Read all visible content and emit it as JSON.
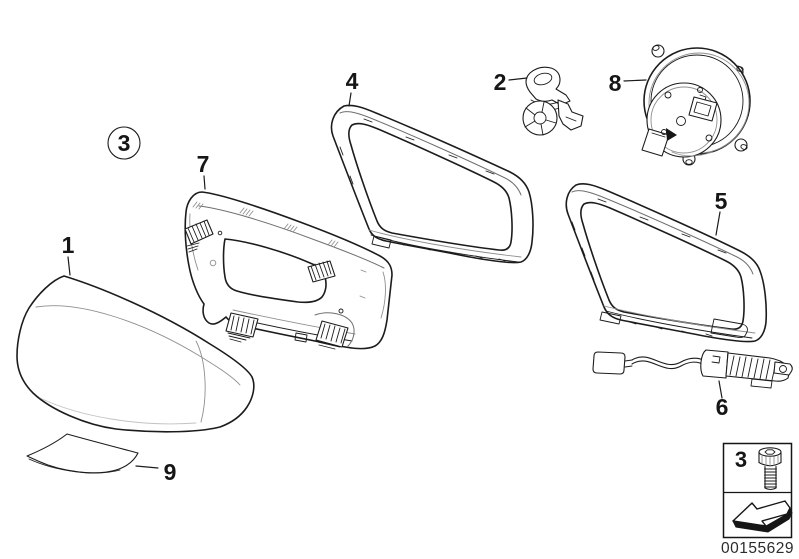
{
  "diagram": {
    "type": "exploded-parts-diagram",
    "background": "#ffffff",
    "line_color": "#1c1c1c",
    "detail_line_color": "#8f8f8f",
    "callouts": [
      {
        "id": "part-1",
        "label": "1",
        "style": "plain"
      },
      {
        "id": "part-2",
        "label": "2",
        "style": "plain"
      },
      {
        "id": "part-3",
        "label": "3",
        "style": "circled"
      },
      {
        "id": "part-4",
        "label": "4",
        "style": "plain"
      },
      {
        "id": "part-5",
        "label": "5",
        "style": "plain"
      },
      {
        "id": "part-6",
        "label": "6",
        "style": "plain"
      },
      {
        "id": "part-7",
        "label": "7",
        "style": "plain"
      },
      {
        "id": "part-8",
        "label": "8",
        "style": "plain"
      },
      {
        "id": "part-9",
        "label": "9",
        "style": "plain"
      }
    ],
    "legend": {
      "label": "3",
      "icon": "hex-socket-screw-icon",
      "direction_icon": "installation-direction-arrow-icon"
    },
    "drawing_number": "00155629"
  }
}
